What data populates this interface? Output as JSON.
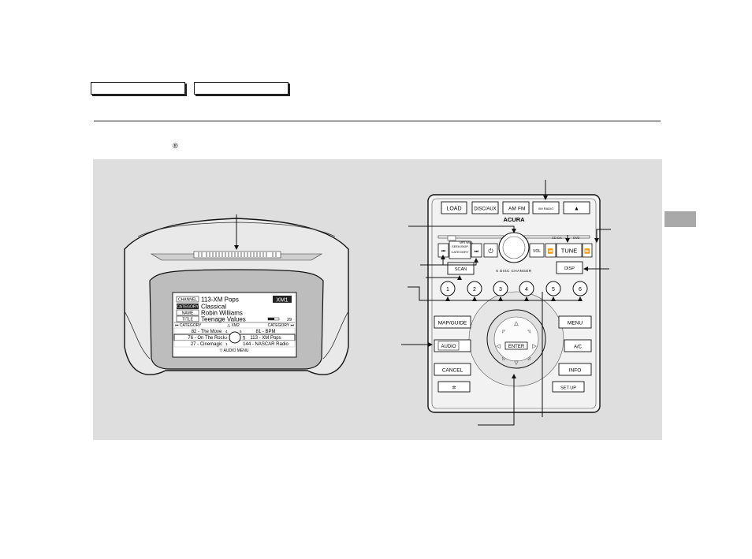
{
  "header": {
    "tabs": [
      "",
      ""
    ],
    "registered_mark": "®"
  },
  "display": {
    "screen_label": "XM1",
    "rows": [
      {
        "tag": "CHANNEL",
        "value": "113-XM Pops"
      },
      {
        "tag": "CATEGORY",
        "value": "Classical"
      },
      {
        "tag": "NAME",
        "value": "Robin Williams"
      },
      {
        "tag": "TITLE",
        "value": "Teenage Values"
      }
    ],
    "level": "29",
    "nav_left": "CATEGORY",
    "nav_center": "XM2",
    "nav_right": "CATEGORY",
    "presets_left": [
      "82 - The Move",
      "76 - On The Rock",
      "27 - Cinemagic"
    ],
    "presets_left_num": [
      "4",
      "2",
      "1"
    ],
    "presets_right": [
      "81 - BPM",
      "113 - XM Pops",
      "144 - NASCAR Radio"
    ],
    "presets_right_num": [
      "6",
      "",
      ""
    ],
    "center_num": "5",
    "footer": "AUDIO MENU"
  },
  "console": {
    "load": "LOAD",
    "disc_aux": "DISC/AUX",
    "am": "AM",
    "fm": "FM",
    "xm_radio": "XM RADIO",
    "eject": "▲",
    "brand": "ACURA",
    "seek_skip": "SEEK/SKIP",
    "category": "CATEGORY",
    "mp3_wma": "MP3 WMA",
    "vol": "VOL",
    "cd_label": "CD-DA",
    "dvd_label": "DVD",
    "tune": "TUNE",
    "scan": "SCAN",
    "disc_changer": "6 DISC CHANGER",
    "disp": "DISP",
    "presets": [
      "1",
      "2",
      "3",
      "4",
      "5",
      "6"
    ],
    "map_guide": "MAP/GUIDE",
    "menu": "MENU",
    "audio": "AUDIO",
    "ac": "A/C",
    "enter": "ENTER",
    "cancel": "CANCEL",
    "info": "INFO",
    "setup": "SET UP"
  }
}
